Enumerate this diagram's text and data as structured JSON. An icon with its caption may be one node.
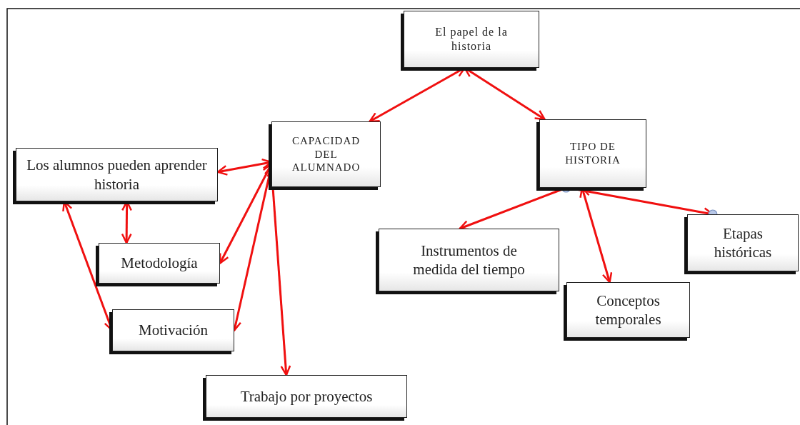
{
  "diagram": {
    "nodes": [
      {
        "text": [
          "El papel de la historia"
        ]
      },
      {
        "text": [
          "CAPACIDAD DEL ALUMNADO"
        ]
      },
      {
        "text": [
          "TIPO DE HISTORIA"
        ]
      },
      {
        "text": [
          "Los alumnos pueden aprender historia"
        ]
      },
      {
        "text": [
          "Metodología"
        ]
      },
      {
        "text": [
          "Motivación"
        ]
      },
      {
        "text": [
          "Trabajo por proyectos"
        ]
      },
      {
        "text": [
          "Instrumentos de medida del tiempo"
        ]
      },
      {
        "text": [
          "Conceptos temporales"
        ]
      },
      {
        "text": [
          "Etapas históricas"
        ]
      }
    ],
    "edges": [
      {
        "from": 0,
        "to": 1,
        "arrow": "both"
      },
      {
        "from": 0,
        "to": 2,
        "arrow": "both"
      },
      {
        "from": 1,
        "to": 3,
        "arrow": "both"
      },
      {
        "from": 1,
        "to": 4,
        "arrow": "both"
      },
      {
        "from": 1,
        "to": 5,
        "arrow": "both"
      },
      {
        "from": 1,
        "to": 6,
        "arrow": "both"
      },
      {
        "from": 3,
        "to": 4,
        "arrow": "both"
      },
      {
        "from": 3,
        "to": 5,
        "arrow": "both"
      },
      {
        "from": 2,
        "to": 7,
        "arrow": "to"
      },
      {
        "from": 2,
        "to": 8,
        "arrow": "both"
      },
      {
        "from": 2,
        "to": 9,
        "arrow": "to"
      }
    ]
  }
}
